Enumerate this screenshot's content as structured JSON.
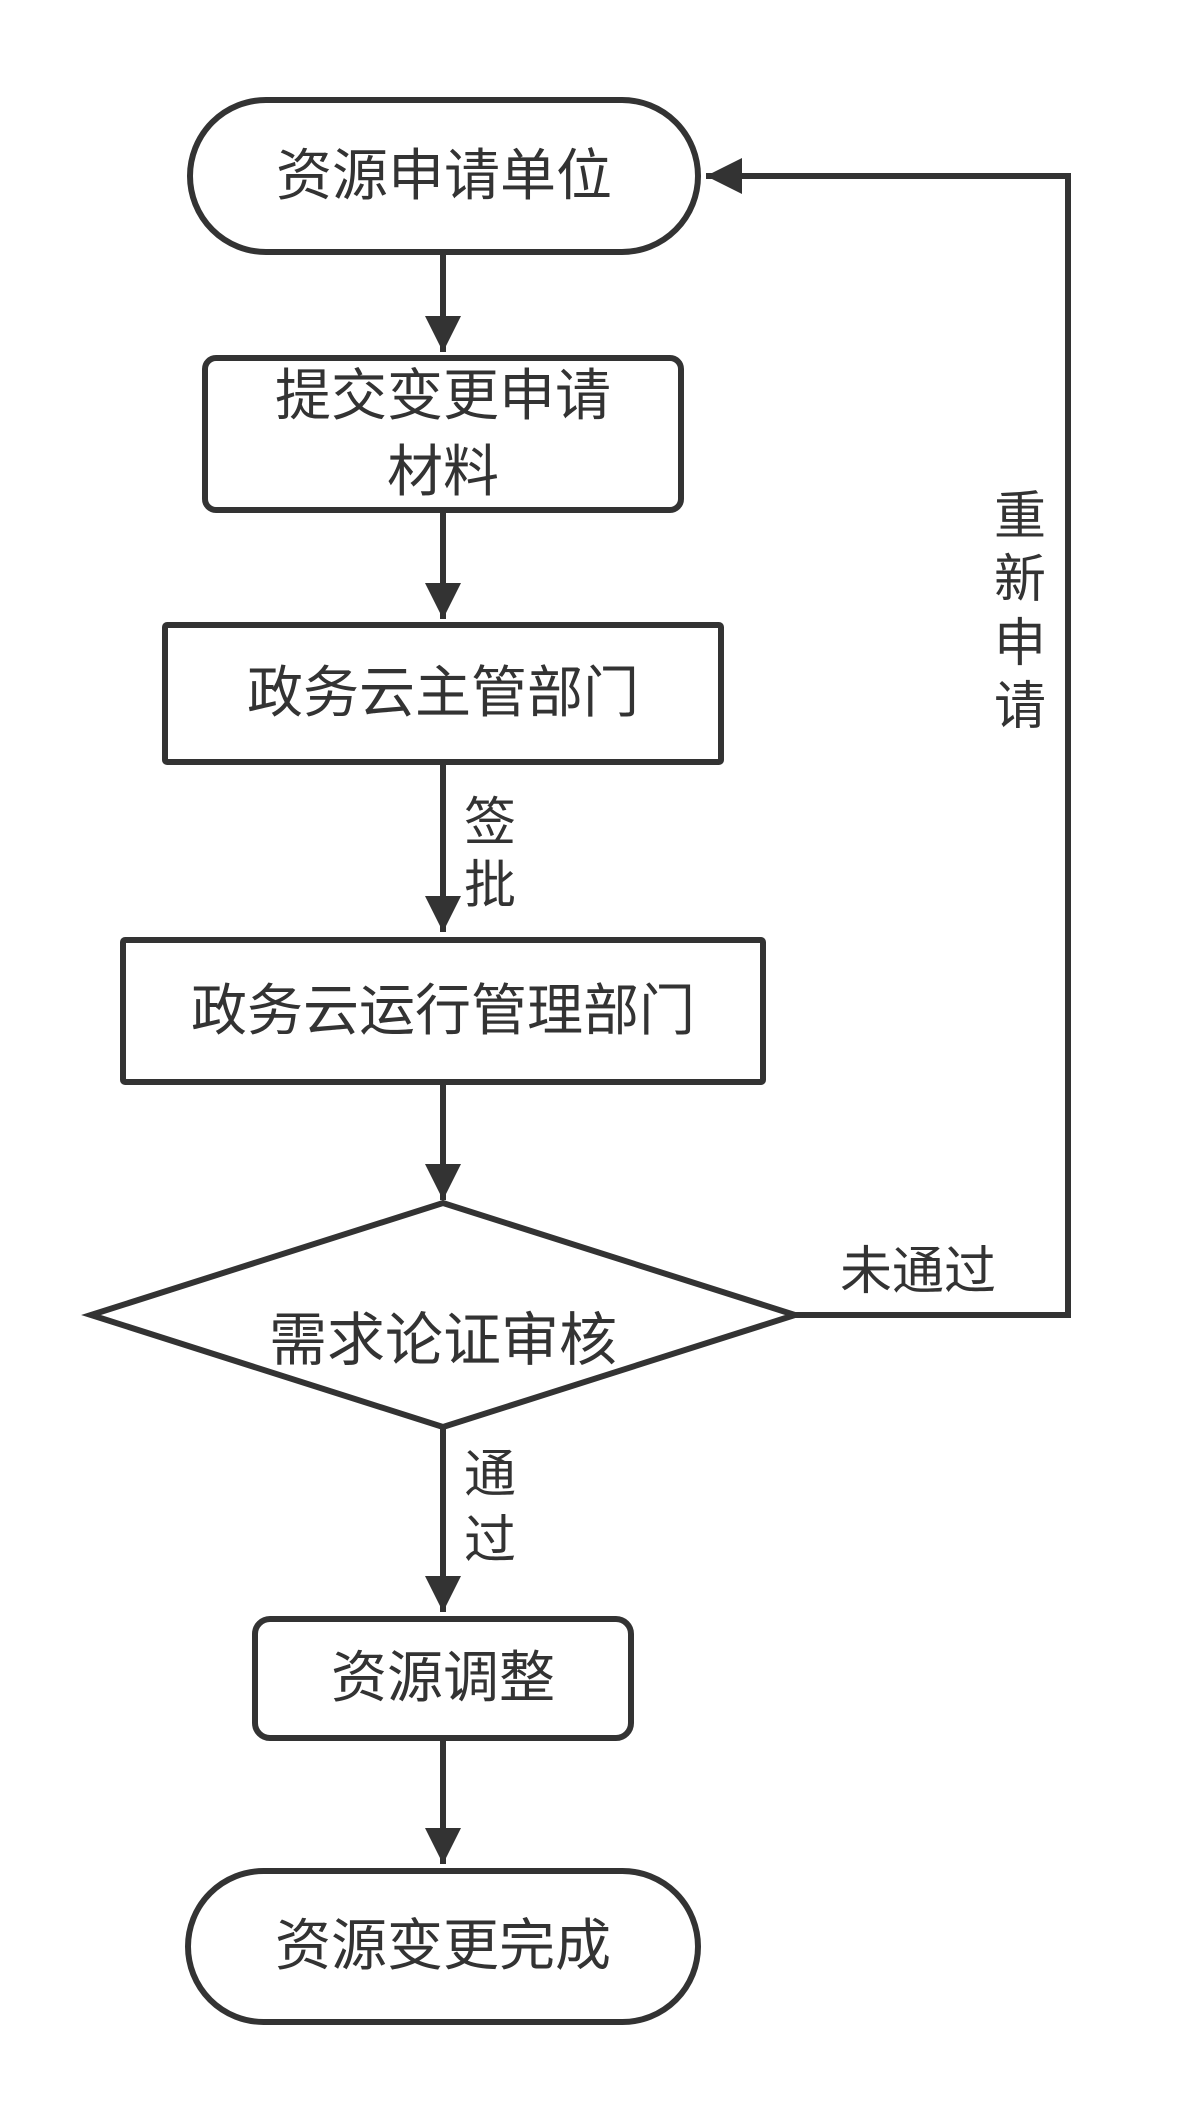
{
  "diagram": {
    "kind": "flowchart",
    "language": "zh-CN",
    "colors": {
      "stroke": "#333333",
      "text": "#333333",
      "background": "#ffffff"
    },
    "nodes": [
      {
        "id": "start",
        "type": "stadium",
        "label": "资源申请单位"
      },
      {
        "id": "submit",
        "type": "process",
        "label": "提交变更申请\n材料"
      },
      {
        "id": "dept",
        "type": "process",
        "label": "政务云主管部门"
      },
      {
        "id": "ops",
        "type": "process",
        "label": "政务云运行管理部门"
      },
      {
        "id": "review",
        "type": "decision",
        "label": "需求论证审核"
      },
      {
        "id": "adjust",
        "type": "process",
        "label": "资源调整"
      },
      {
        "id": "done",
        "type": "stadium",
        "label": "资源变更完成"
      }
    ],
    "edges": [
      {
        "from": "start",
        "to": "submit",
        "label": ""
      },
      {
        "from": "submit",
        "to": "dept",
        "label": ""
      },
      {
        "from": "dept",
        "to": "ops",
        "label": "签批"
      },
      {
        "from": "ops",
        "to": "review",
        "label": ""
      },
      {
        "from": "review",
        "to": "adjust",
        "label": "通过"
      },
      {
        "from": "adjust",
        "to": "done",
        "label": ""
      },
      {
        "from": "review",
        "to": "start",
        "label": "未通过",
        "return_label": "重新申请"
      }
    ]
  }
}
